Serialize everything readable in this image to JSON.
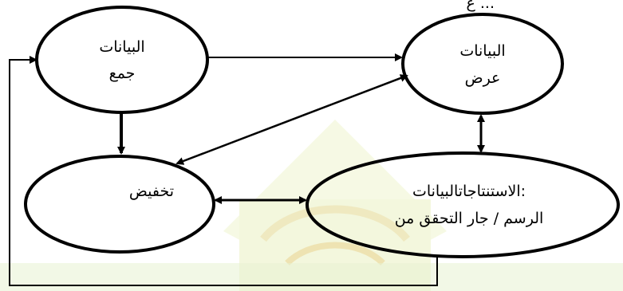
{
  "diagram": {
    "top_caption": "ع ...",
    "nodes": {
      "collect": {
        "line1": "البيانات",
        "line2": "جمع"
      },
      "display": {
        "line1": "البيانات",
        "line2": "عرض"
      },
      "reduce": {
        "line1": "تخفيض"
      },
      "conclude": {
        "line1": "الاستنتاجاتالبيانات:",
        "line2": "الرسم / جار التحقق من"
      }
    },
    "colors": {
      "watermark": "#f3f7dd",
      "watermark_accent": "#e3efc2",
      "stroke": "#000000"
    }
  }
}
